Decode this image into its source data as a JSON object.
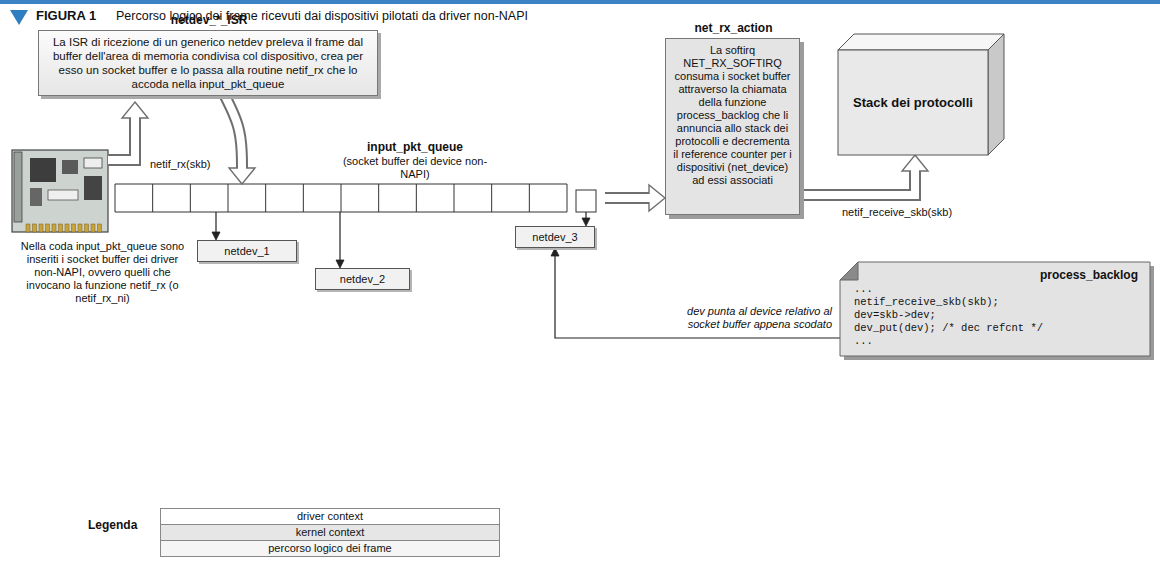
{
  "diagram": {
    "title": "Percorso logico dei frame ricevuti dai dispositivi pilotati da driver  non-NAPI",
    "nodes": [
      {
        "text": [
          "netdev_*_ISR",
          "La ISR di ricezione di un generico netdev preleva il frame dal buffer dell'area di memoria condivisa col dispositivo, crea per esso un socket buffer e lo passa alla routine netif_rx che lo accoda nella input_pkt_queue"
        ]
      },
      {
        "text": [
          "input_pkt_queue",
          "(socket buffer dei device non-NAPI)"
        ]
      },
      {
        "text": [
          "net_rx_action",
          "La softirq NET_RX_SOFTIRQ consuma i socket buffer attraverso la chiamata della funzione process_backlog che li annuncia allo stack dei protocolli e decrementa il reference counter per i dispositivi (net_device) ad essi associati"
        ]
      },
      {
        "text": [
          "Stack dei protocolli"
        ]
      },
      {
        "text": [
          "netdev_1"
        ]
      },
      {
        "text": [
          "netdev_2"
        ]
      },
      {
        "text": [
          "netdev_3"
        ]
      },
      {
        "text": [
          "process_backlog",
          "...",
          "netif_receive_skb(skb);",
          "dev=skb->dev;",
          "dev_put(dev); /* dec refcnt */",
          "..."
        ]
      }
    ],
    "edges": [
      {
        "from": 0,
        "to": 1,
        "arrow": "to",
        "label": "netif_rx(skb)"
      },
      {
        "from": 1,
        "to": 4,
        "arrow": "to"
      },
      {
        "from": 1,
        "to": 5,
        "arrow": "to"
      },
      {
        "from": 1,
        "to": 6,
        "arrow": "to"
      },
      {
        "from": 1,
        "to": 2,
        "arrow": "to"
      },
      {
        "from": 2,
        "to": 3,
        "arrow": "to",
        "label": "netif_receive_skb(skb)"
      },
      {
        "from": 7,
        "to": 6,
        "arrow": "to",
        "label": "dev punta al device relativo al socket buffer appena scodato"
      }
    ],
    "labels": [
      "FIGURA 1",
      "Nella coda input_pkt_queue sono inseriti i socket buffer dei driver non-NAPI, ovvero quelli che invocano la funzione netif_rx (o netif_rx_ni)",
      "Legenda"
    ],
    "legend": [
      {
        "text": "driver context",
        "color": "#ffffff"
      },
      {
        "text": "kernel context",
        "color": "#e6e6e6"
      },
      {
        "text": "percorso logico dei frame",
        "color": "#f5f5f5"
      }
    ]
  }
}
